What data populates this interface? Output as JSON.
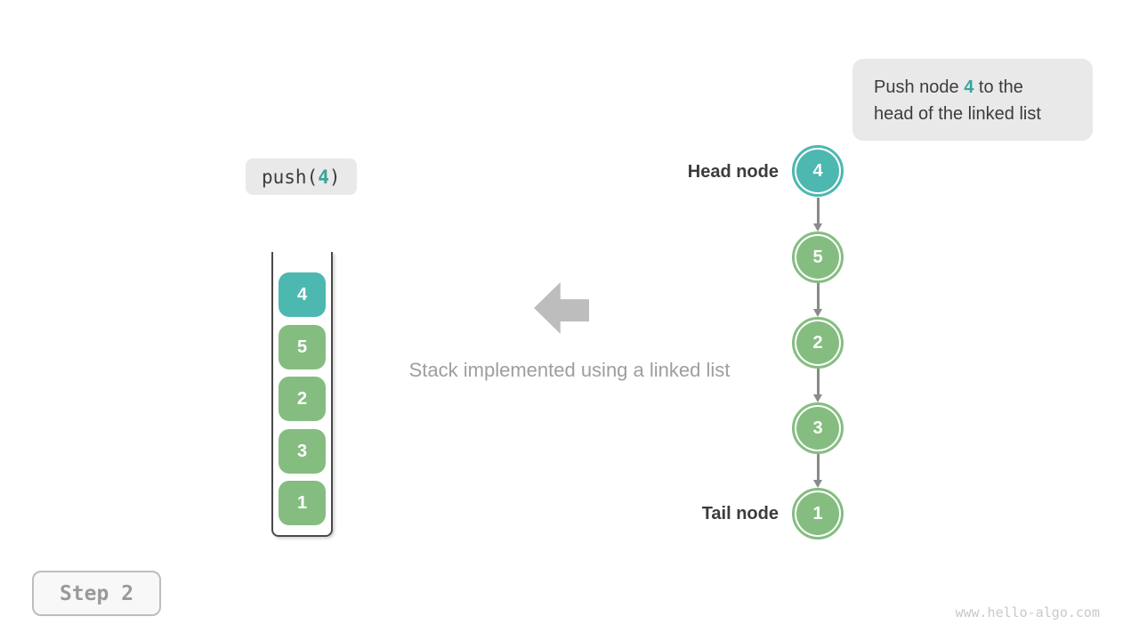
{
  "colors": {
    "teal": "#4cb8b0",
    "green": "#85bd81",
    "teal-text": "#3aa49b",
    "dark-text": "#3c3c3c",
    "muted-text": "#9e9e9e",
    "badge-bg": "#e9e9e9",
    "arrow": "#bdbdbd",
    "connector": "#8a8a8a",
    "outline": "#4a4a4a",
    "step-border": "#bdbdbd",
    "step-bg": "#f8f8f8",
    "step-text": "#9a9a9a",
    "watermark": "#c9c9c9"
  },
  "callout": {
    "line1_prefix": "Push node ",
    "value": "4",
    "line1_suffix": " to the",
    "line2": "head of the linked list"
  },
  "operation": {
    "prefix": "push(",
    "value": "4",
    "suffix": ")"
  },
  "stack": {
    "items": [
      {
        "value": "4",
        "variant": "teal"
      },
      {
        "value": "5",
        "variant": "green"
      },
      {
        "value": "2",
        "variant": "green"
      },
      {
        "value": "3",
        "variant": "green"
      },
      {
        "value": "1",
        "variant": "green"
      }
    ]
  },
  "caption": "Stack implemented using a linked list",
  "list": {
    "head_label": "Head node",
    "tail_label": "Tail node",
    "nodes": [
      {
        "value": "4",
        "variant": "teal"
      },
      {
        "value": "5",
        "variant": "green"
      },
      {
        "value": "2",
        "variant": "green"
      },
      {
        "value": "3",
        "variant": "green"
      },
      {
        "value": "1",
        "variant": "green"
      }
    ]
  },
  "step_label": "Step 2",
  "watermark": "www.hello-algo.com"
}
